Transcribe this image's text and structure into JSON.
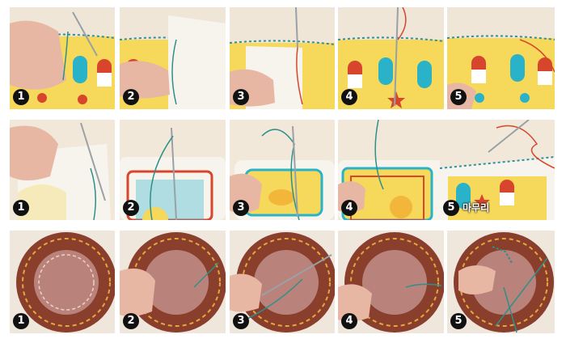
{
  "rows": [
    {
      "name": "row-1",
      "panels": [
        {
          "step": "1",
          "caption": ""
        },
        {
          "step": "2",
          "caption": ""
        },
        {
          "step": "3",
          "caption": ""
        },
        {
          "step": "4",
          "caption": ""
        },
        {
          "step": "5",
          "caption": ""
        }
      ]
    },
    {
      "name": "row-2",
      "panels": [
        {
          "step": "1",
          "caption": ""
        },
        {
          "step": "2",
          "caption": ""
        },
        {
          "step": "3",
          "caption": ""
        },
        {
          "step": "4",
          "caption": ""
        },
        {
          "step": "5",
          "caption": "마무리"
        }
      ]
    },
    {
      "name": "row-3",
      "panels": [
        {
          "step": "1",
          "caption": ""
        },
        {
          "step": "2",
          "caption": ""
        },
        {
          "step": "3",
          "caption": ""
        },
        {
          "step": "4",
          "caption": ""
        },
        {
          "step": "5",
          "caption": ""
        }
      ]
    }
  ],
  "colors": {
    "fabric_yellow": "#f6d85a",
    "stitch_blue": "#2e8fa0",
    "thread_teal": "#2f8f8a",
    "thread_red": "#d8452d",
    "felt_brown": "#8a3e2c",
    "felt_pink": "#b9837b",
    "stitch_orange": "#e6a63a",
    "skin": "#e8b7a3",
    "paper_white": "#f7f4ee"
  }
}
